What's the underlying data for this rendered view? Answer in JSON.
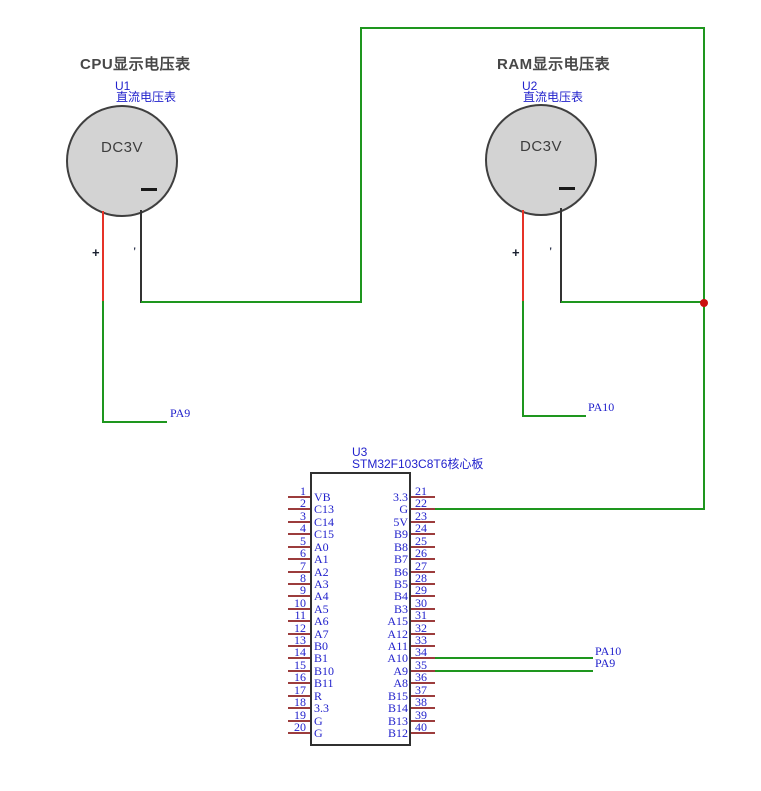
{
  "colors": {
    "wire_green": "#1e961e",
    "wire_positive_red": "#e63228",
    "wire_negative_dark": "#333333",
    "pin_stub_maroon": "#9c3c3c",
    "label_blue": "#2222cc",
    "junction_red": "#cc1010",
    "meter_fill_gray": "#d3d3d3",
    "title_gray": "#474747"
  },
  "meters": {
    "cpu": {
      "title": "CPU显示电压表",
      "ref": "U1",
      "part_label": "直流电压表",
      "display": "DC3V",
      "plus_label": "+",
      "minus_label": "'",
      "net_label": "PA9"
    },
    "ram": {
      "title": "RAM显示电压表",
      "ref": "U2",
      "part_label": "直流电压表",
      "display": "DC3V",
      "plus_label": "+",
      "minus_label": "'",
      "net_label": "PA10"
    }
  },
  "chip": {
    "ref": "U3",
    "name": "STM32F103C8T6核心板",
    "left_pins": [
      {
        "num": "1",
        "name": "VB"
      },
      {
        "num": "2",
        "name": "C13"
      },
      {
        "num": "3",
        "name": "C14"
      },
      {
        "num": "4",
        "name": "C15"
      },
      {
        "num": "5",
        "name": "A0"
      },
      {
        "num": "6",
        "name": "A1"
      },
      {
        "num": "7",
        "name": "A2"
      },
      {
        "num": "8",
        "name": "A3"
      },
      {
        "num": "9",
        "name": "A4"
      },
      {
        "num": "10",
        "name": "A5"
      },
      {
        "num": "11",
        "name": "A6"
      },
      {
        "num": "12",
        "name": "A7"
      },
      {
        "num": "13",
        "name": "B0"
      },
      {
        "num": "14",
        "name": "B1"
      },
      {
        "num": "15",
        "name": "B10"
      },
      {
        "num": "16",
        "name": "B11"
      },
      {
        "num": "17",
        "name": "R"
      },
      {
        "num": "18",
        "name": "3.3"
      },
      {
        "num": "19",
        "name": "G"
      },
      {
        "num": "20",
        "name": "G"
      }
    ],
    "right_pins": [
      {
        "num": "21",
        "name": "3.3"
      },
      {
        "num": "22",
        "name": "G"
      },
      {
        "num": "23",
        "name": "5V"
      },
      {
        "num": "24",
        "name": "B9"
      },
      {
        "num": "25",
        "name": "B8"
      },
      {
        "num": "26",
        "name": "B7"
      },
      {
        "num": "27",
        "name": "B6"
      },
      {
        "num": "28",
        "name": "B5"
      },
      {
        "num": "29",
        "name": "B4"
      },
      {
        "num": "30",
        "name": "B3"
      },
      {
        "num": "31",
        "name": "A15"
      },
      {
        "num": "32",
        "name": "A12"
      },
      {
        "num": "33",
        "name": "A11"
      },
      {
        "num": "34",
        "name": "A10"
      },
      {
        "num": "35",
        "name": "A9"
      },
      {
        "num": "36",
        "name": "A8"
      },
      {
        "num": "37",
        "name": "B15"
      },
      {
        "num": "38",
        "name": "B14"
      },
      {
        "num": "39",
        "name": "B13"
      },
      {
        "num": "40",
        "name": "B12"
      }
    ],
    "wire_labels": {
      "pin34": "PA10",
      "pin35": "PA9"
    }
  }
}
